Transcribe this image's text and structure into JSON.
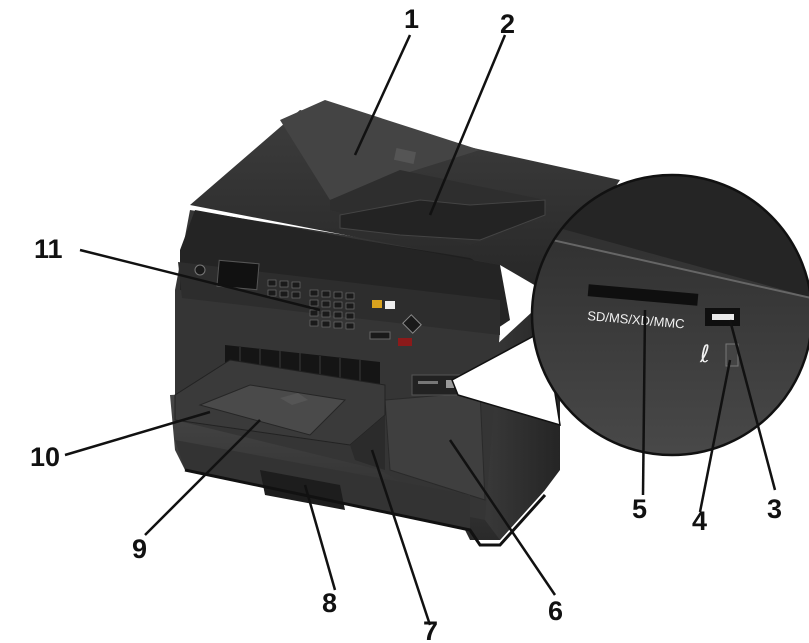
{
  "figure": {
    "callouts": [
      "1",
      "2",
      "3",
      "4",
      "5",
      "6",
      "7",
      "8",
      "9",
      "10",
      "11"
    ],
    "inset_label": "SD/MS/XD/MMC"
  },
  "colors": {
    "printer_body": "#3b3b3b",
    "printer_top": "#2c2c2c",
    "printer_dark": "#1c1c1c",
    "leader_lines": "#111111"
  }
}
